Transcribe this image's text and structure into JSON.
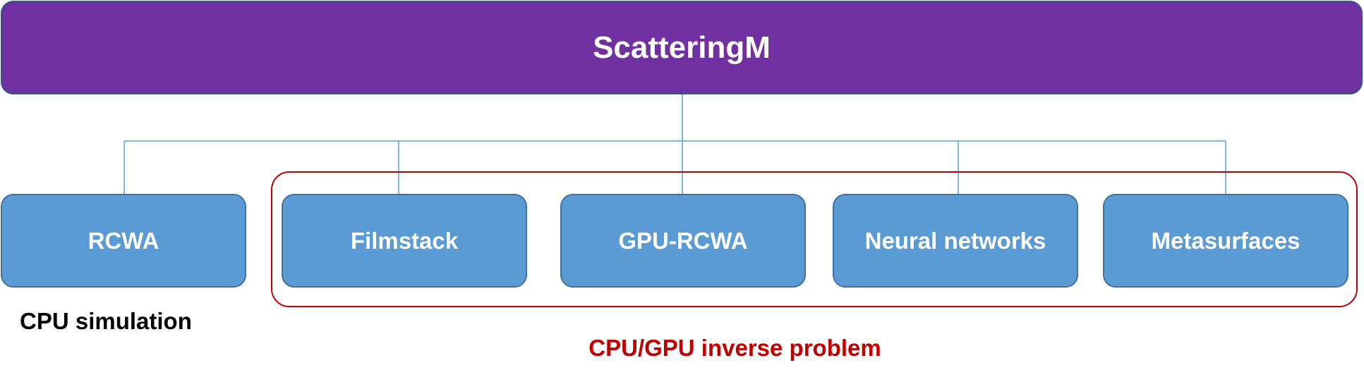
{
  "diagram": {
    "root": {
      "label": "ScatteringM"
    },
    "children": [
      {
        "label": "RCWA"
      },
      {
        "label": "Filmstack"
      },
      {
        "label": "GPU-RCWA"
      },
      {
        "label": "Neural networks"
      },
      {
        "label": "Metasurfaces"
      }
    ],
    "captions": {
      "cpu": "CPU simulation",
      "inverse": "CPU/GPU inverse problem"
    }
  },
  "colors": {
    "root_fill": "#7030a0",
    "node_fill": "#5b9bd5",
    "node_border": "#41719c",
    "connector": "#5b9bd5",
    "group_border": "#c00000",
    "inverse_caption": "#c00000"
  }
}
